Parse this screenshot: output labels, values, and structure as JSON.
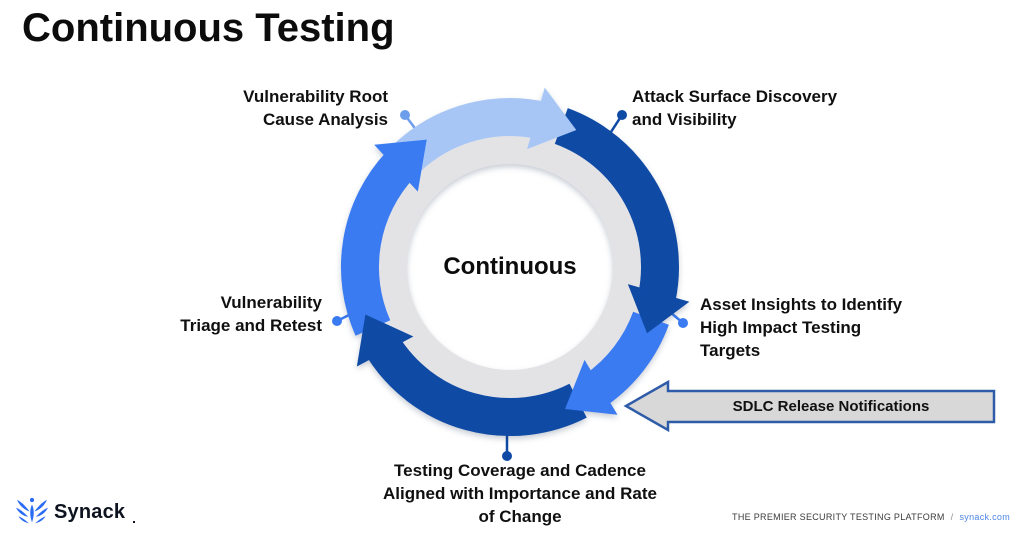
{
  "title": "Continuous Testing",
  "diagram": {
    "center_label": "Continuous",
    "steps": [
      {
        "id": "vulnerability-root-cause-analysis",
        "label": "Vulnerability Root\nCause Analysis"
      },
      {
        "id": "attack-surface-discovery",
        "label": "Attack Surface Discovery\nand Visibility"
      },
      {
        "id": "asset-insights",
        "label": "Asset Insights to Identify\nHigh Impact Testing\nTargets"
      },
      {
        "id": "testing-coverage-cadence",
        "label": "Testing Coverage and Cadence\nAligned with Importance and Rate\nof Change"
      },
      {
        "id": "vulnerability-triage-retest",
        "label": "Vulnerability\nTriage and Retest"
      }
    ],
    "colors": {
      "light_blue": "#a8c6f5",
      "dark_blue": "#0f4aa5",
      "medium_blue": "#3a7bf2",
      "connector_light": "#6d9eeb",
      "ring_gray": "#e3e3e6"
    }
  },
  "sdlc_arrow": {
    "label": "SDLC Release Notifications",
    "fill": "#d8d8d8",
    "border": "#2f5ca8"
  },
  "footer": {
    "brand": "Synack",
    "brand_color": "#2b6cf4",
    "tagline": "THE PREMIER SECURITY TESTING PLATFORM",
    "separator": "/",
    "link": "synack.com"
  }
}
